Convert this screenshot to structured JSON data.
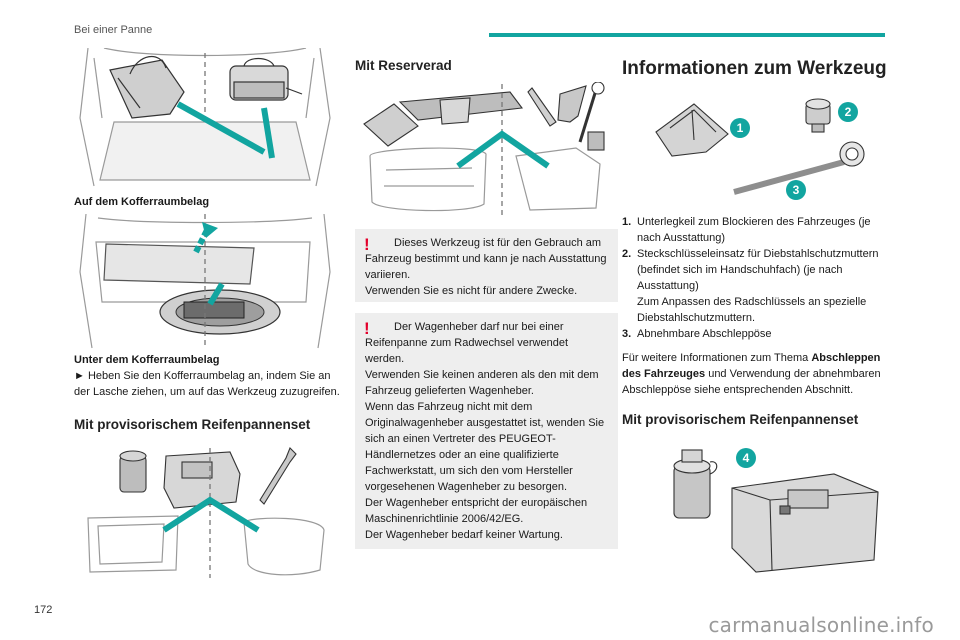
{
  "header": {
    "section": "Bei einer Panne",
    "accent": "#12a5a0"
  },
  "page_number": "172",
  "watermark": "carmanualsonline.info",
  "left": {
    "caption1": "Auf dem Kofferraumbelag",
    "caption2_title": "Unter dem Kofferraumbelag",
    "caption2_text": "► Heben Sie den Kofferraumbelag an, indem Sie an der Lasche ziehen, um auf das Werkzeug zuzugreifen.",
    "heading": "Mit provisorischem Reifenpannenset"
  },
  "middle": {
    "heading": "Mit Reserverad",
    "note1": {
      "first": "Dieses Werkzeug ist für den Gebrauch am Fahrzeug bestimmt und kann je nach Ausstattung variieren.",
      "second": "Verwenden Sie es nicht für andere Zwecke."
    },
    "note2": {
      "first": "Der Wagenheber darf nur bei einer Reifenpanne zum Radwechsel verwendet werden.",
      "lines": [
        "Verwenden Sie keinen anderen als den mit dem Fahrzeug gelieferten Wagenheber.",
        "Wenn das Fahrzeug nicht mit dem Originalwagenheber ausgestattet ist, wenden Sie sich an einen Vertreter des PEUGEOT-Händlernetzes oder an eine qualifizierte Fachwerkstatt, um sich den vom Hersteller vorgesehenen Wagenheber zu besorgen.",
        "Der Wagenheber entspricht der europäischen Maschinenrichtlinie 2006/42/EG.",
        "Der Wagenheber bedarf keiner Wartung."
      ]
    }
  },
  "right": {
    "heading": "Informationen zum Werkzeug",
    "badges": [
      "1",
      "2",
      "3",
      "4"
    ],
    "items": [
      {
        "num": "1.",
        "text": "Unterlegkeil zum Blockieren des Fahrzeuges (je nach Ausstattung)"
      },
      {
        "num": "2.",
        "text": "Steckschlüsseleinsatz für Diebstahlschutzmuttern (befindet sich im Handschuhfach) (je nach Ausstattung)",
        "extra": "Zum Anpassen des Radschlüssels an spezielle Diebstahlschutzmuttern."
      },
      {
        "num": "3.",
        "text": "Abnehmbare Abschleppöse"
      }
    ],
    "para_before": "Für weitere Informationen zum Thema ",
    "para_bold": "Abschleppen des Fahrzeuges",
    "para_after": " und Verwendung der abnehmbaren Abschleppöse siehe entsprechenden Abschnitt.",
    "heading2": "Mit provisorischem Reifenpannenset"
  }
}
